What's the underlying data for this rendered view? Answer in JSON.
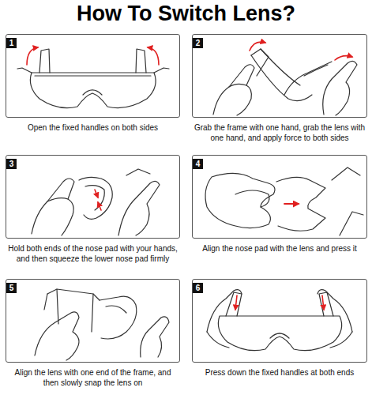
{
  "diagram": {
    "title": "How To Switch Lens?",
    "nodes": [
      {
        "text": [
          "1",
          "Open the fixed handles on both sides"
        ]
      },
      {
        "text": [
          "2",
          "Grab the frame with one hand, grab the lens with one hand, and apply force to both sides"
        ]
      },
      {
        "text": [
          "3",
          "Hold both ends of the nose pad with your hands, and then squeeze the lower nose pad firmly"
        ]
      },
      {
        "text": [
          "4",
          "Align the nose pad with the lens and press it"
        ]
      },
      {
        "text": [
          "5",
          "Align the lens with one end of the frame, and then slowly snap the lens on"
        ]
      },
      {
        "text": [
          "6",
          "Press down the fixed handles at both ends"
        ]
      }
    ]
  }
}
